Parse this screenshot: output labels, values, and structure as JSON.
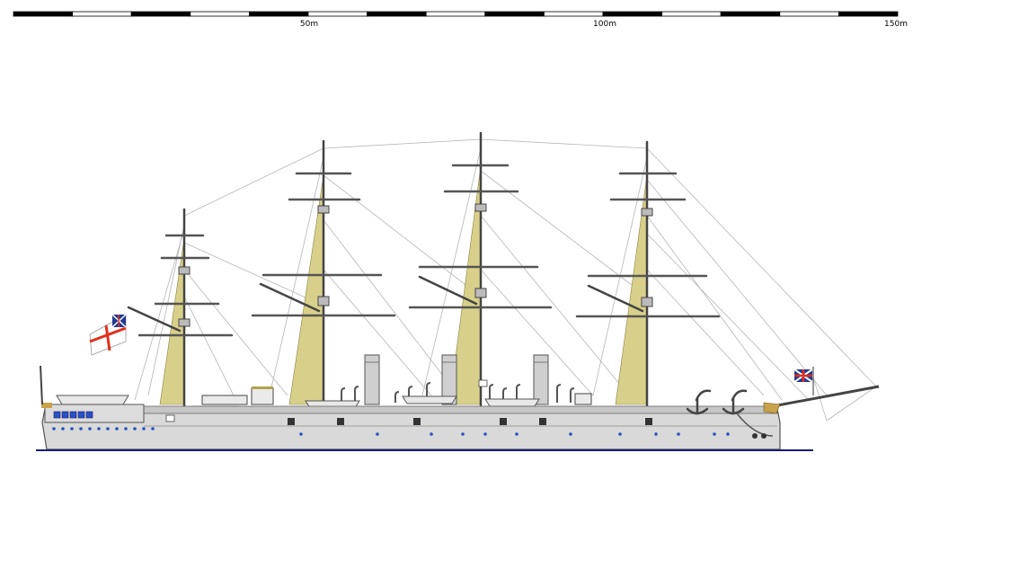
{
  "scale_bar": {
    "labels": [
      "50m",
      "100m",
      "150m"
    ],
    "colors": {
      "dark": "#000000",
      "light": "#ffffff"
    }
  },
  "colors": {
    "hull": "#d9d9d9",
    "hull_outline": "#555555",
    "waterline": "#1a1a7a",
    "mast": "#444444",
    "shrouds": "#c8c07a",
    "rigging": "#b5b5b5",
    "portholes": "#2a52be",
    "ensign_cross": "#e0301e",
    "union_blue": "#1f3a93",
    "deck_gold": "#c7a24a"
  },
  "vessel": {
    "masts": 4,
    "funnels": 3,
    "flags": [
      "white-ensign-icon",
      "union-jack-jack-icon"
    ]
  }
}
